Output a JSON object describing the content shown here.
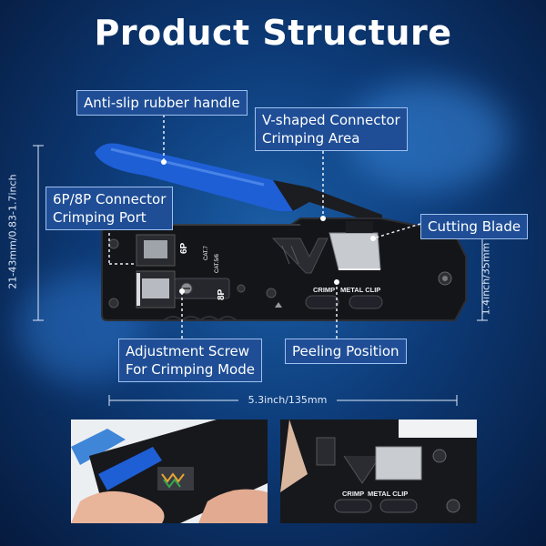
{
  "title": "Product Structure",
  "labels": {
    "handle": "Anti-slip rubber handle",
    "v_shaped_line1": "V-shaped Connector",
    "v_shaped_line2": "Crimping Area",
    "port_line1": "6P/8P Connector",
    "port_line2": "Crimping Port",
    "cutting_blade": "Cutting Blade",
    "adjust_line1": "Adjustment Screw",
    "adjust_line2": "For Crimping Mode",
    "peeling": "Peeling Position"
  },
  "dimensions": {
    "height_left": "21-43mm/0.83-1.7inch",
    "height_right": "1.4inch/35mm",
    "length": "5.3inch/135mm"
  },
  "tool_markings": {
    "p6": "6P",
    "p8": "8P",
    "cat7": "CAT.7",
    "cat56": "CAT.5/6",
    "crimp": "CRIMP",
    "metal_clip": "METAL CLIP"
  },
  "colors": {
    "handle_blue": "#1e5fd6",
    "label_bg": "#1f4e96",
    "tool_body": "#141518"
  }
}
